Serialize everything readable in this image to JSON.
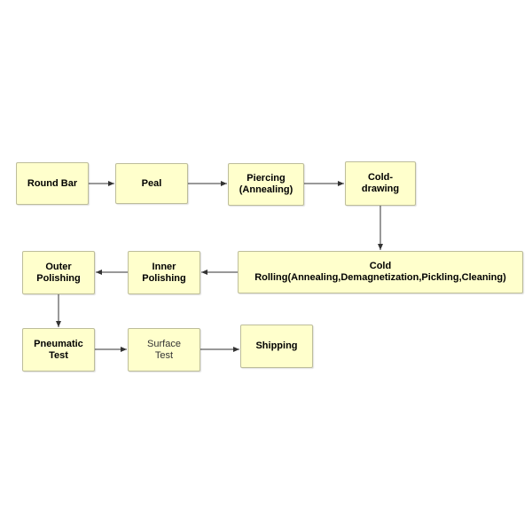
{
  "flowchart": {
    "nodes": {
      "round_bar": "Round Bar",
      "peal": "Peal",
      "piercing": "Piercing\n(Annealing)",
      "cold_drawing": "Cold-\ndrawing",
      "cold_rolling": "Cold\nRolling(Annealing,Demagnetization,Pickling,Cleaning)",
      "inner_polishing": "Inner\nPolishing",
      "outer_polishing": "Outer\nPolishing",
      "pneumatic_test": "Pneumatic\nTest",
      "surface_test": "Surface\nTest",
      "shipping": "Shipping"
    },
    "colors": {
      "node_fill": "#ffffcc",
      "node_border": "#bdbd9a",
      "arrow": "#333333"
    }
  }
}
